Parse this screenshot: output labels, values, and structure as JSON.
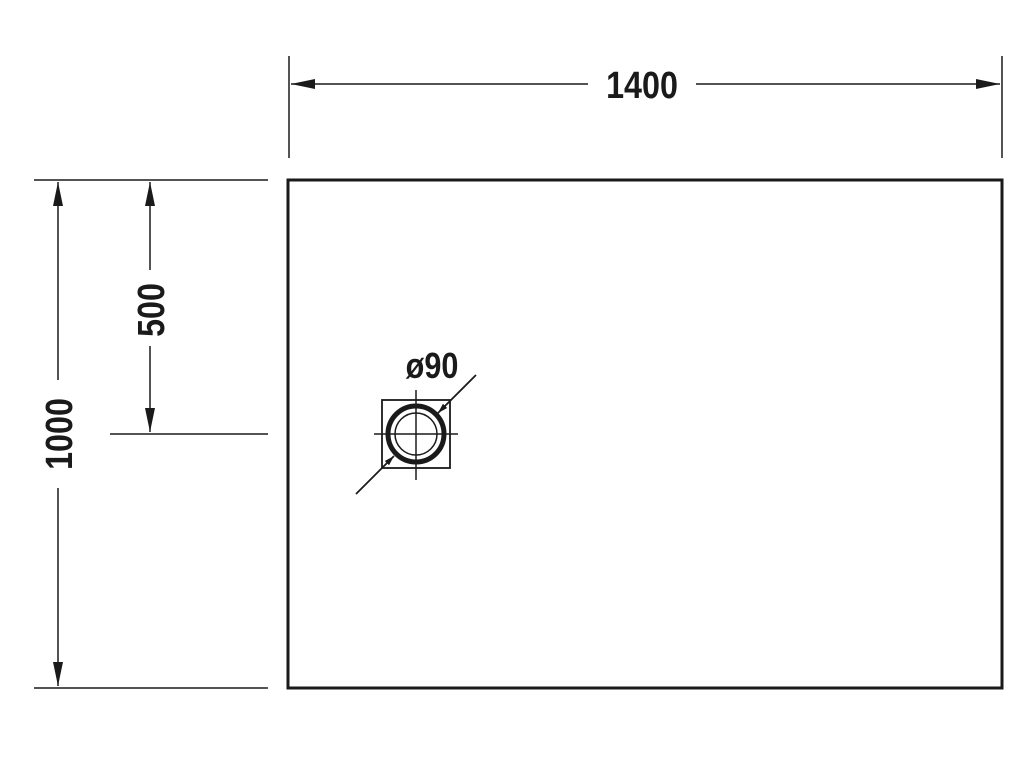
{
  "drawing": {
    "width_label": "1400",
    "depth_label": "1000",
    "drain_offset_label": "500",
    "drain_diameter_label": "ø90"
  },
  "colors": {
    "ink": "#1a1a1a",
    "background": "#ffffff"
  }
}
